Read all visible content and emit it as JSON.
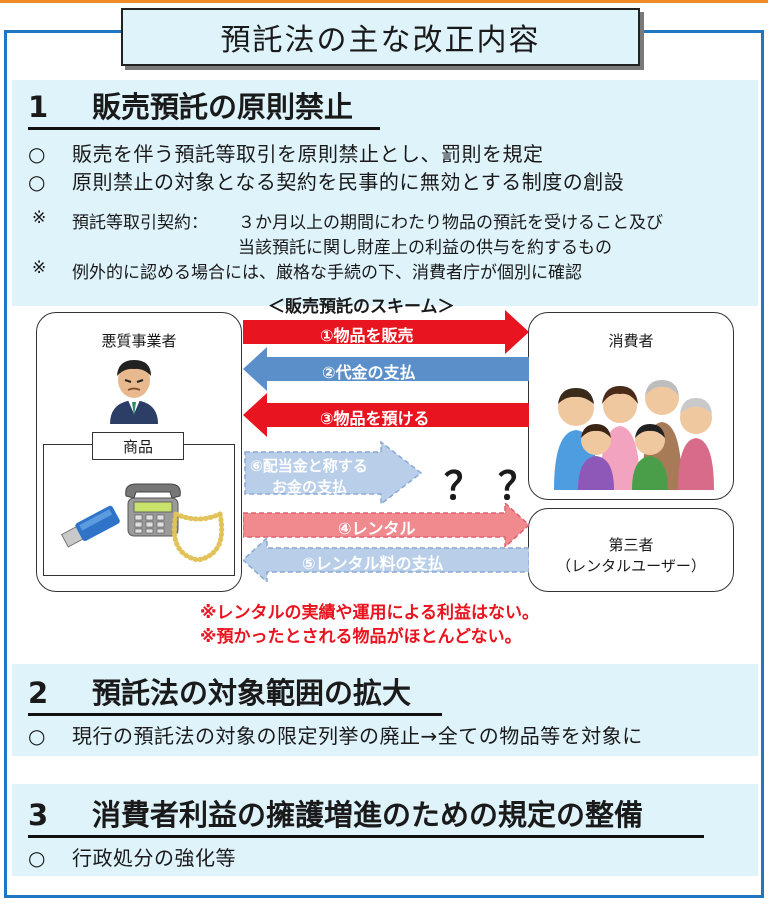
{
  "title": "預託法の主な改正内容",
  "section1": {
    "number": "1",
    "heading": "販売預託の原則禁止",
    "bullets": [
      {
        "mark": "○",
        "text": "販売を伴う預託等取引を原則禁止とし、罰則を規定"
      },
      {
        "mark": "○",
        "text": "原則禁止の対象となる契約を民事的に無効とする制度の創設"
      }
    ],
    "notes": [
      {
        "mark": "※",
        "term": "預託等取引契約：",
        "line1": "３か月以上の期間にわたり物品の預託を受けること及び",
        "line2": "当該預託に関し財産上の利益の供与を約するもの"
      },
      {
        "mark": "※",
        "text": "例外的に認める場合には、厳格な手続の下、消費者庁が個別に確認"
      }
    ]
  },
  "scheme": {
    "title": "＜販売預託のスキーム＞",
    "bad_business": "悪質事業者",
    "goods": "商品",
    "consumer": "消費者",
    "third_party_line1": "第三者",
    "third_party_line2": "（レンタルユーザー）",
    "arrows": {
      "a1": "①物品を販売",
      "a2": "②代金の支払",
      "a3": "③物品を預ける",
      "a4": "④レンタル",
      "a5": "⑤レンタル料の支払",
      "a6_line1": "⑥配当金と称する",
      "a6_line2": "お金の支払"
    },
    "question": "？？",
    "warnings": [
      "※レンタルの実績や運用による利益はない。",
      "※預かったとされる物品がほとんどない。"
    ],
    "colors": {
      "red": "#e8141f",
      "blue": "#5b8fc9",
      "pale_red": "#f08a8f",
      "pale_blue": "#b9cfe9",
      "frame": "#1f77c4"
    }
  },
  "section2": {
    "number": "2",
    "heading": "預託法の対象範囲の拡大",
    "bullet": {
      "mark": "○",
      "text": "現行の預託法の対象の限定列挙の廃止→全ての物品等を対象に"
    }
  },
  "section3": {
    "number": "3",
    "heading": "消費者利益の擁護増進のための規定の整備",
    "bullet": {
      "mark": "○",
      "text": "行政処分の強化等"
    }
  }
}
